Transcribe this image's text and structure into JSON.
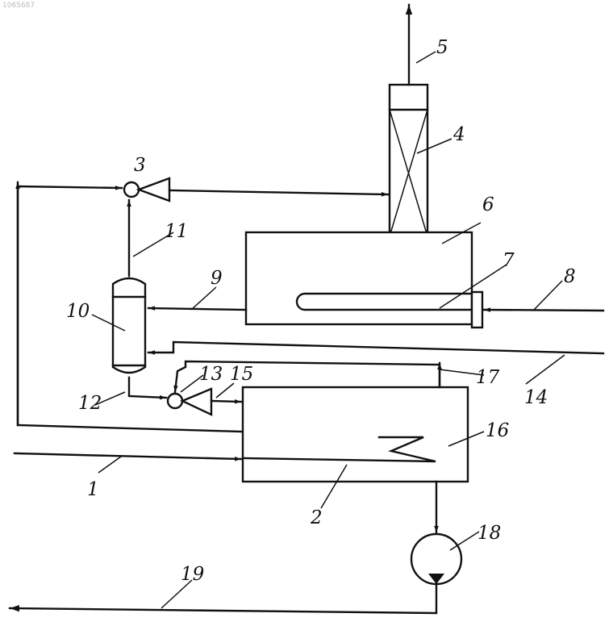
{
  "document": {
    "id": "1065687"
  },
  "labels": {
    "l1": "1",
    "l2": "2",
    "l3": "3",
    "l4": "4",
    "l5": "5",
    "l6": "6",
    "l7": "7",
    "l8": "8",
    "l9": "9",
    "l10": "10",
    "l11": "11",
    "l12": "12",
    "l13": "13",
    "l14": "14",
    "l15": "15",
    "l16": "16",
    "l17": "17",
    "l18": "18",
    "l19": "19"
  },
  "colors": {
    "ink": "#111111",
    "background": "#ffffff"
  }
}
